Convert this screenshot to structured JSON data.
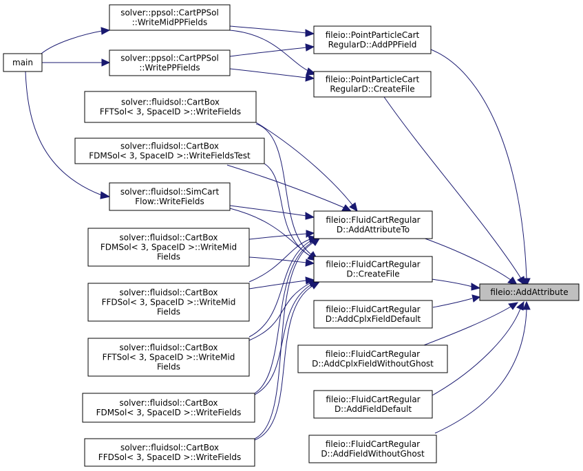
{
  "nodes": [
    {
      "id": "main",
      "lines": [
        "main"
      ],
      "link": true
    },
    {
      "id": "writemidpp",
      "lines": [
        "solver::ppsol::CartPPSol",
        "::WriteMidPPFields"
      ],
      "link": true
    },
    {
      "id": "writepp",
      "lines": [
        "solver::ppsol::CartPPSol",
        "::WritePPFields"
      ],
      "link": true
    },
    {
      "id": "fft_writefields",
      "lines": [
        "solver::fluidsol::CartBox",
        "FFTSol< 3, SpaceID >::WriteFields"
      ],
      "link": true
    },
    {
      "id": "fdm_writefieldstest",
      "lines": [
        "solver::fluidsol::CartBox",
        "FDMSol< 3, SpaceID >::WriteFieldsTest"
      ],
      "link": true
    },
    {
      "id": "simcart_writefields",
      "lines": [
        "solver::fluidsol::SimCart",
        "Flow::WriteFields"
      ],
      "link": true
    },
    {
      "id": "fdm_writemid",
      "lines": [
        "solver::fluidsol::CartBox",
        "FDMSol< 3, SpaceID >::WriteMid",
        "Fields"
      ],
      "link": true
    },
    {
      "id": "ffd_writemid",
      "lines": [
        "solver::fluidsol::CartBox",
        "FFDSol< 3, SpaceID >::WriteMid",
        "Fields"
      ],
      "link": true
    },
    {
      "id": "fft_writemid",
      "lines": [
        "solver::fluidsol::CartBox",
        "FFTSol< 3, SpaceID >::WriteMid",
        "Fields"
      ],
      "link": true
    },
    {
      "id": "fdm_writefields",
      "lines": [
        "solver::fluidsol::CartBox",
        "FDMSol< 3, SpaceID >::WriteFields"
      ],
      "link": true
    },
    {
      "id": "ffd_writefields",
      "lines": [
        "solver::fluidsol::CartBox",
        "FFDSol< 3, SpaceID >::WriteFields"
      ],
      "link": true
    },
    {
      "id": "pp_addppfield",
      "lines": [
        "fileio::PointParticleCart",
        "RegularD::AddPPField"
      ],
      "link": true
    },
    {
      "id": "pp_createfile",
      "lines": [
        "fileio::PointParticleCart",
        "RegularD::CreateFile"
      ],
      "link": true
    },
    {
      "id": "fc_addattributeto",
      "lines": [
        "fileio::FluidCartRegular",
        "D::AddAttributeTo"
      ],
      "link": true
    },
    {
      "id": "fc_createfile",
      "lines": [
        "fileio::FluidCartRegular",
        "D::CreateFile"
      ],
      "link": true
    },
    {
      "id": "fc_addcplxdefault",
      "lines": [
        "fileio::FluidCartRegular",
        "D::AddCplxFieldDefault"
      ],
      "link": true
    },
    {
      "id": "fc_addcplxwithoutghost",
      "lines": [
        "fileio::FluidCartRegular",
        "D::AddCplxFieldWithoutGhost"
      ],
      "link": true
    },
    {
      "id": "fc_addfielddefault",
      "lines": [
        "fileio::FluidCartRegular",
        "D::AddFieldDefault"
      ],
      "link": true
    },
    {
      "id": "fc_addfieldwithoutghost",
      "lines": [
        "fileio::FluidCartRegular",
        "D::AddFieldWithoutGhost"
      ],
      "link": true
    },
    {
      "id": "addattribute",
      "lines": [
        "fileio::AddAttribute"
      ],
      "link": false,
      "focus": true
    }
  ],
  "colors": {
    "edge": "#191970",
    "focus_fill": "#bfbfbf",
    "node_fill": "#ffffff",
    "node_stroke": "#000000"
  }
}
